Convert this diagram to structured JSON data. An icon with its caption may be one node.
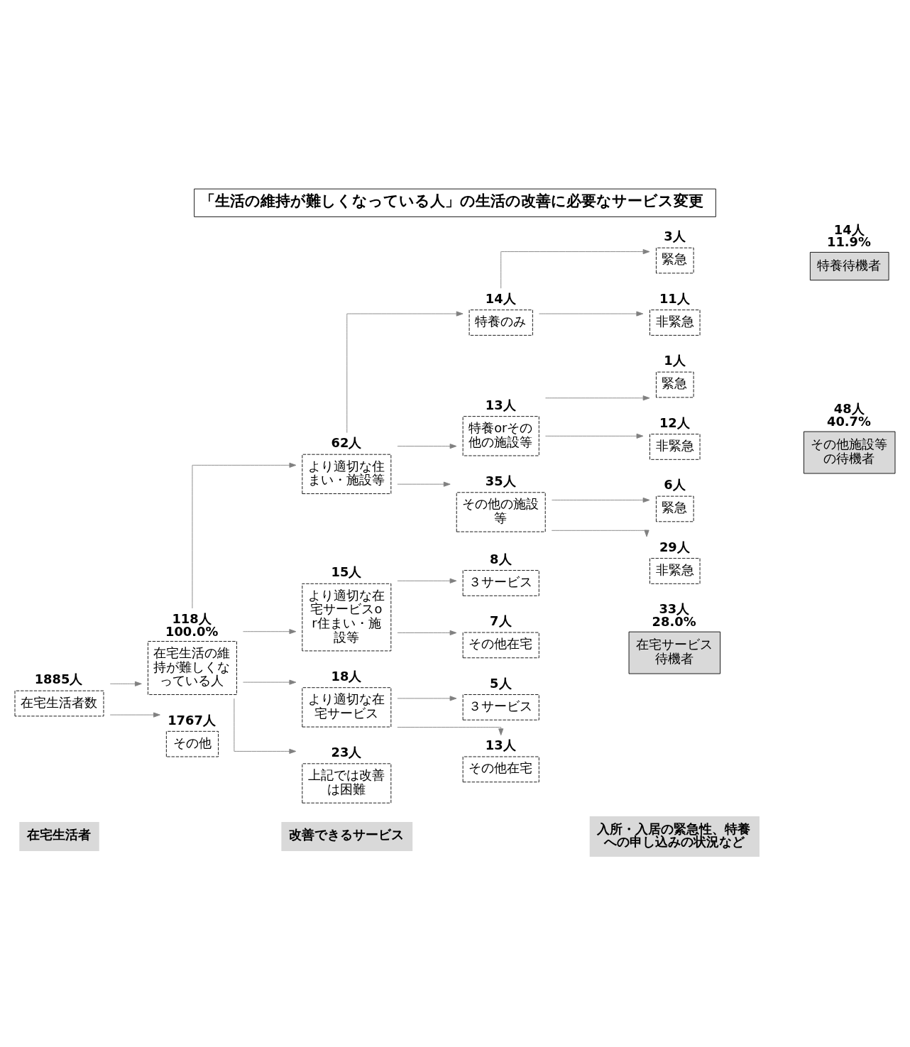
{
  "diagram": {
    "title": "「生活の維持が難しくなっている人」の生活の改善に必要なサービス変更",
    "nodes": [
      {
        "text": [
          "在宅生活者"
        ]
      },
      {
        "text": [
          "改善できるサービス"
        ]
      },
      {
        "text": [
          "入所・入居の緊急性、特養への申し込みの状況など"
        ]
      },
      {
        "text": [
          "在宅生活者数"
        ],
        "beside": [
          "1885人"
        ]
      },
      {
        "text": [
          "在宅生活の維持が難しくなっている人"
        ],
        "beside": [
          "118人",
          "100.0%"
        ]
      },
      {
        "text": [
          "その他"
        ],
        "beside": [
          "1767人"
        ]
      },
      {
        "text": [
          "より適切な住まい・施設等"
        ],
        "beside": [
          "62人"
        ]
      },
      {
        "text": [
          "より適切な在宅サービスor住まい・施設等"
        ],
        "beside": [
          "15人"
        ]
      },
      {
        "text": [
          "より適切な在宅サービス"
        ],
        "beside": [
          "18人"
        ]
      },
      {
        "text": [
          "上記では改善は困難"
        ],
        "beside": [
          "23人"
        ]
      },
      {
        "text": [
          "特養のみ"
        ],
        "beside": [
          "14人"
        ]
      },
      {
        "text": [
          "特養orその他の施設等"
        ],
        "beside": [
          "13人"
        ]
      },
      {
        "text": [
          "その他の施設等"
        ],
        "beside": [
          "35人"
        ]
      },
      {
        "text": [
          "緊急"
        ],
        "beside": [
          "3人"
        ]
      },
      {
        "text": [
          "非緊急"
        ],
        "beside": [
          "11人"
        ]
      },
      {
        "text": [
          "緊急"
        ],
        "beside": [
          "1人"
        ]
      },
      {
        "text": [
          "非緊急"
        ],
        "beside": [
          "12人"
        ]
      },
      {
        "text": [
          "緊急"
        ],
        "beside": [
          "6人"
        ]
      },
      {
        "text": [
          "非緊急"
        ],
        "beside": [
          "29人"
        ]
      },
      {
        "text": [
          "３サービス"
        ],
        "beside": [
          "8人"
        ]
      },
      {
        "text": [
          "その他在宅"
        ],
        "beside": [
          "7人"
        ]
      },
      {
        "text": [
          "３サービス"
        ],
        "beside": [
          "5人"
        ]
      },
      {
        "text": [
          "その他在宅"
        ],
        "beside": [
          "13人"
        ]
      },
      {
        "text": [
          "特養待機者"
        ],
        "beside": [
          "14人",
          "11.9%"
        ]
      },
      {
        "text": [
          "その他施設等の待機者"
        ],
        "beside": [
          "48人",
          "40.7%"
        ]
      },
      {
        "text": [
          "在宅サービス待機者"
        ],
        "beside": [
          "33人",
          "28.0%"
        ]
      }
    ],
    "edges": [
      {
        "from": 3,
        "to": 4,
        "arrow": "to"
      },
      {
        "from": 3,
        "to": 5,
        "arrow": "to"
      },
      {
        "from": 4,
        "to": 6,
        "arrow": "to"
      },
      {
        "from": 4,
        "to": 7,
        "arrow": "to"
      },
      {
        "from": 4,
        "to": 8,
        "arrow": "to"
      },
      {
        "from": 4,
        "to": 9,
        "arrow": "to"
      },
      {
        "from": 6,
        "to": 10,
        "arrow": "to"
      },
      {
        "from": 6,
        "to": 11,
        "arrow": "to"
      },
      {
        "from": 6,
        "to": 12,
        "arrow": "to"
      },
      {
        "from": 10,
        "to": 13,
        "arrow": "to"
      },
      {
        "from": 10,
        "to": 14,
        "arrow": "to"
      },
      {
        "from": 11,
        "to": 15,
        "arrow": "to"
      },
      {
        "from": 11,
        "to": 16,
        "arrow": "to"
      },
      {
        "from": 12,
        "to": 17,
        "arrow": "to"
      },
      {
        "from": 12,
        "to": 18,
        "arrow": "to"
      },
      {
        "from": 7,
        "to": 19,
        "arrow": "to"
      },
      {
        "from": 7,
        "to": 20,
        "arrow": "to"
      },
      {
        "from": 8,
        "to": 21,
        "arrow": "to"
      },
      {
        "from": 8,
        "to": 22,
        "arrow": "to"
      }
    ]
  }
}
